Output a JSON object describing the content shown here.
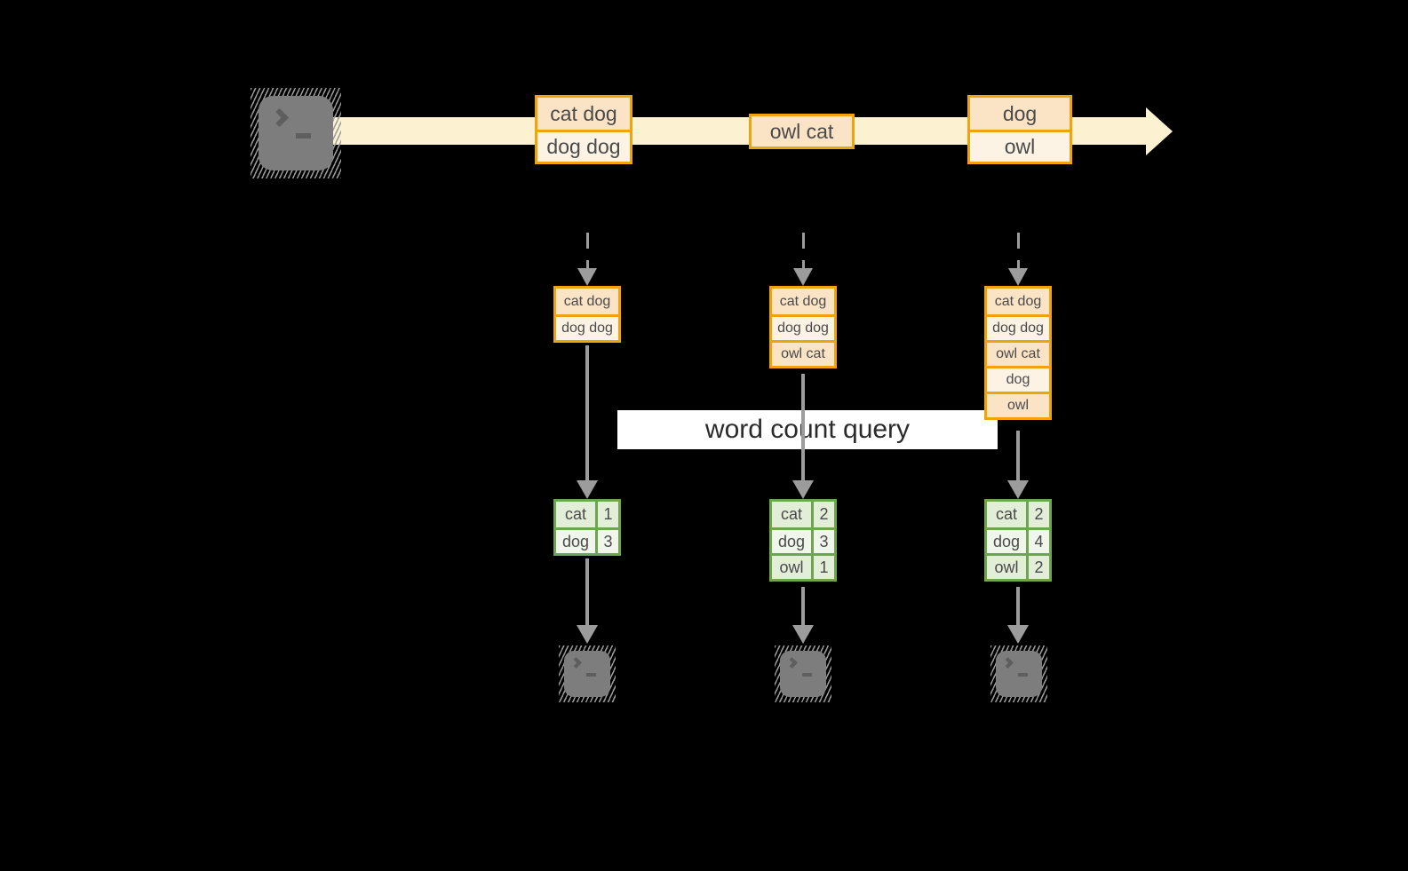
{
  "title": "streaming word count diagram",
  "query_label": "word count query",
  "icons": {
    "terminal_prompt": ">_",
    "stream_arrow": "right-arrow",
    "flow_arrow": "down-arrow"
  },
  "colors": {
    "background": "#000000",
    "stream_band": "#FCF2D2",
    "record_peach": "#FBE3C5",
    "record_cream": "#FDF3E5",
    "record_border": "#F0A40C",
    "table_border": "#6FA551",
    "table_row_dark": "#E3EED9",
    "table_row_light": "#F0F6EC",
    "arrow_gray": "#9C9C9C",
    "terminal_gray": "#7D7D7D",
    "label_bg": "#FFFFFF",
    "text": "#4A4A4A"
  },
  "timeline": {
    "boxes": [
      {
        "cells": [
          "cat dog",
          "dog dog"
        ]
      },
      {
        "cells": [
          "owl cat"
        ]
      },
      {
        "cells": [
          "dog",
          "owl"
        ]
      }
    ]
  },
  "columns": [
    {
      "buffer": [
        "cat dog",
        "dog dog"
      ],
      "counts": [
        {
          "word": "cat",
          "count": "1"
        },
        {
          "word": "dog",
          "count": "3"
        }
      ]
    },
    {
      "buffer": [
        "cat dog",
        "dog dog",
        "owl cat"
      ],
      "counts": [
        {
          "word": "cat",
          "count": "2"
        },
        {
          "word": "dog",
          "count": "3"
        },
        {
          "word": "owl",
          "count": "1"
        }
      ]
    },
    {
      "buffer": [
        "cat dog",
        "dog dog",
        "owl cat",
        "dog",
        "owl"
      ],
      "counts": [
        {
          "word": "cat",
          "count": "2"
        },
        {
          "word": "dog",
          "count": "4"
        },
        {
          "word": "owl",
          "count": "2"
        }
      ]
    }
  ]
}
